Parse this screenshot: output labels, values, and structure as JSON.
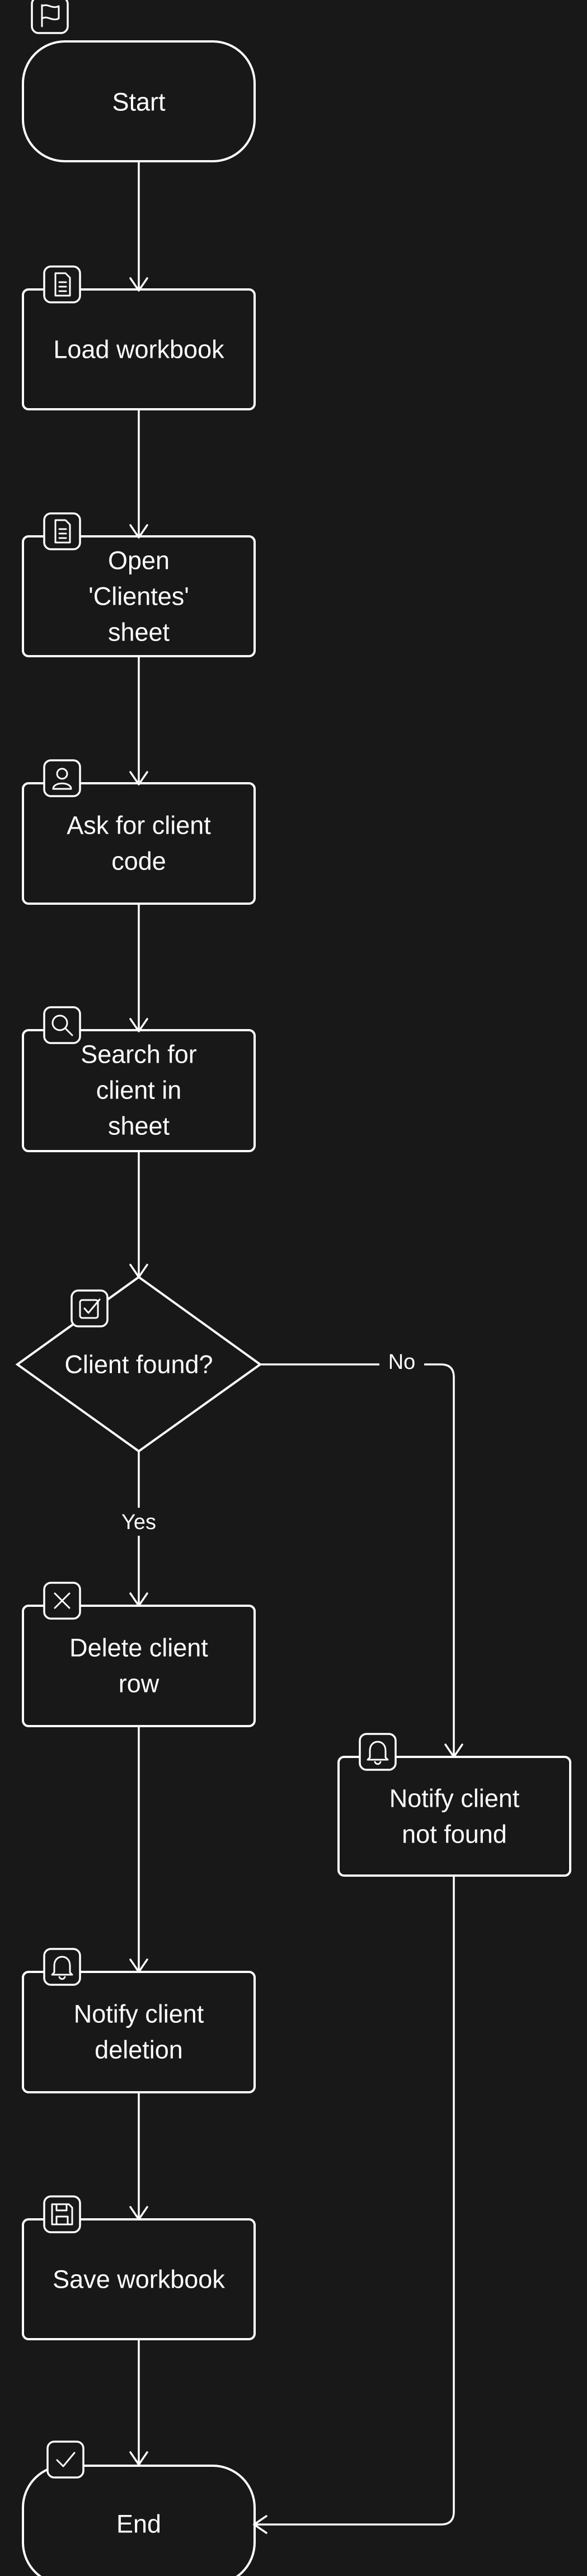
{
  "nodes": {
    "start": {
      "label": "Start",
      "icon": "flag-icon"
    },
    "load": {
      "label": "Load workbook",
      "icon": "document-icon"
    },
    "open": {
      "lines": [
        "Open",
        "'Clientes'",
        "sheet"
      ],
      "icon": "document-icon"
    },
    "ask": {
      "lines": [
        "Ask for client",
        "code"
      ],
      "icon": "user-icon"
    },
    "search": {
      "lines": [
        "Search for",
        "client in",
        "sheet"
      ],
      "icon": "search-icon"
    },
    "decision": {
      "label": "Client found?",
      "icon": "checkbox-icon"
    },
    "delete": {
      "lines": [
        "Delete client",
        "row"
      ],
      "icon": "close-icon"
    },
    "notfound": {
      "lines": [
        "Notify client",
        "not found"
      ],
      "icon": "bell-icon"
    },
    "notify": {
      "lines": [
        "Notify client",
        "deletion"
      ],
      "icon": "bell-icon"
    },
    "save": {
      "label": "Save workbook",
      "icon": "save-icon"
    },
    "end": {
      "label": "End",
      "icon": "check-icon"
    }
  },
  "edges": {
    "yes": "Yes",
    "no": "No"
  }
}
